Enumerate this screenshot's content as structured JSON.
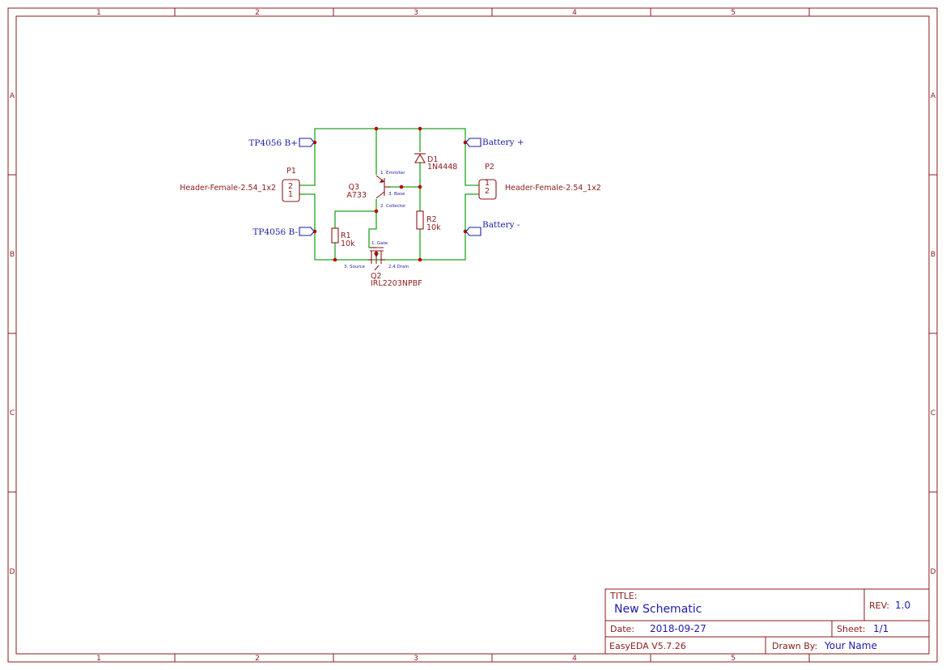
{
  "frame": {
    "columns": [
      "1",
      "2",
      "3",
      "4",
      "5"
    ],
    "rows": [
      "A",
      "B",
      "C",
      "D"
    ]
  },
  "nets": {
    "tp_bplus": "TP4056 B+",
    "tp_bminus": "TP4056 B-",
    "bat_plus": "Battery +",
    "bat_minus": "Battery -"
  },
  "components": {
    "p1": {
      "ref": "P1",
      "value": "Header-Female-2.54_1x2",
      "pin_top": "2",
      "pin_bottom": "1"
    },
    "p2": {
      "ref": "P2",
      "value": "Header-Female-2.54_1x2",
      "pin_top": "1",
      "pin_bottom": "2"
    },
    "q3": {
      "ref": "Q3",
      "value": "A733",
      "pin_emitter": "1. Emmiter",
      "pin_base": "3. Base",
      "pin_collector": "2. Collector"
    },
    "d1": {
      "ref": "D1",
      "value": "1N4448"
    },
    "r1": {
      "ref": "R1",
      "value": "10k"
    },
    "r2": {
      "ref": "R2",
      "value": "10k"
    },
    "q2": {
      "ref": "Q2",
      "value": "IRL2203NPBF",
      "pin_gate": "1. Gate",
      "pin_source": "3. Source",
      "pin_drain": "2,4 Drain"
    }
  },
  "title_block": {
    "title_label": "TITLE:",
    "title": "New Schematic",
    "rev_label": "REV:",
    "rev": "1.0",
    "date_label": "Date:",
    "date": "2018-09-27",
    "sheet_label": "Sheet:",
    "sheet": "1/1",
    "tool": "EasyEDA V5.7.26",
    "drawn_label": "Drawn By:",
    "drawn_by": "Your Name"
  }
}
